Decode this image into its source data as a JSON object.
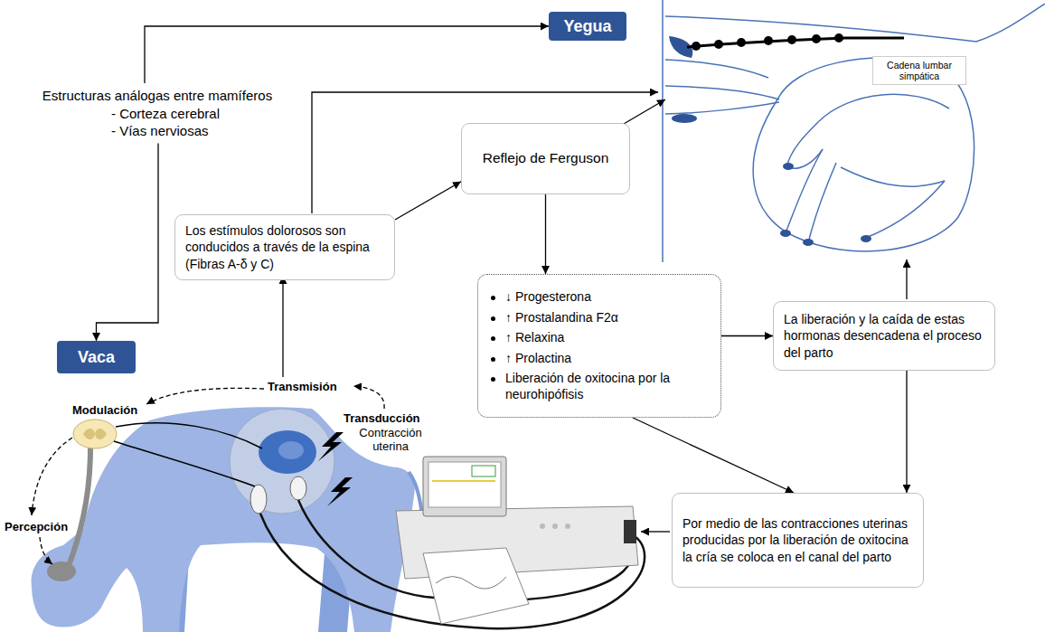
{
  "diagram": {
    "nodes": [
      {
        "text": [
          "Yegua"
        ]
      },
      {
        "text": [
          "Estructuras análogas entre mamíferos",
          "- Corteza cerebral",
          "- Vías nerviosas"
        ]
      },
      {
        "text": [
          "Reflejo de Ferguson"
        ]
      },
      {
        "text": [
          "Los estímulos dolorosos son conducidos a través de la espina (Fibras A-δ y C)"
        ]
      },
      {
        "text": [
          "↓ Progesterona",
          "↑ Prostalandina F2α",
          "↑ Relaxina",
          "↑ Prolactina",
          "Liberación de oxitocina por la neurohipófisis"
        ]
      },
      {
        "text": [
          "La liberación y la caída de estas hormonas desencadena el proceso del parto"
        ]
      },
      {
        "text": [
          "Vaca"
        ]
      },
      {
        "text": [
          "Por medio de las contracciones uterinas producidas por la liberación de oxitocina la cría se coloca en el canal del parto"
        ]
      }
    ],
    "edges": [
      {
        "from": 1,
        "to": 0,
        "arrow": "to"
      },
      {
        "from": 1,
        "to": 6,
        "arrow": "to"
      },
      {
        "from": 3,
        "to": 2,
        "arrow": "to"
      },
      {
        "from": 2,
        "to": 4,
        "arrow": "to"
      },
      {
        "from": 4,
        "to": 5,
        "arrow": "to"
      },
      {
        "from": 4,
        "to": 7,
        "arrow": "to"
      },
      {
        "from": 5,
        "to": 7,
        "arrow": "to"
      }
    ],
    "labels": [
      "Cadena lumbar simpática",
      "Transmisión",
      "Modulación",
      "Transducción",
      "Contracción uterina",
      "Percepción"
    ]
  }
}
